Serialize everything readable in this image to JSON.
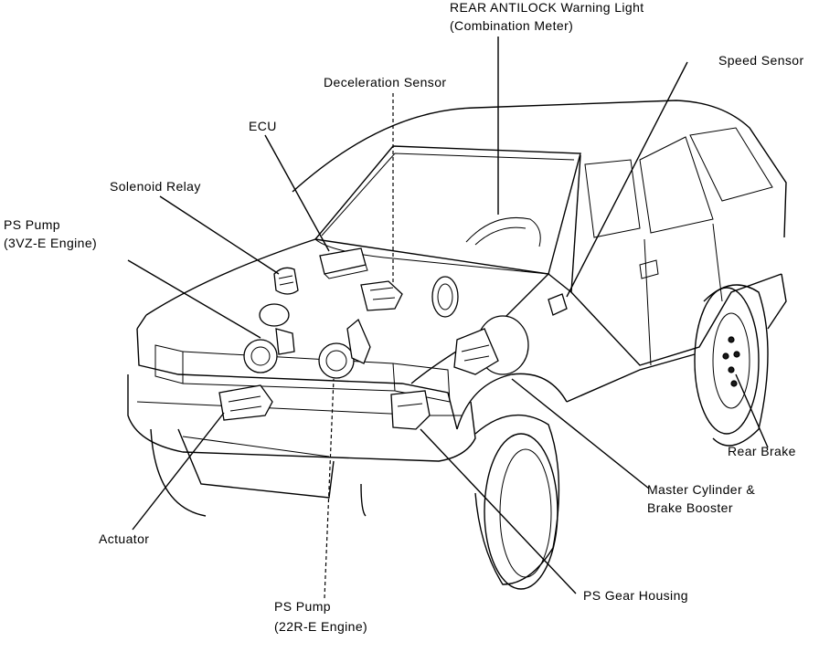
{
  "labels": {
    "warning_light_1": "REAR ANTILOCK Warning Light",
    "warning_light_2": "(Combination Meter)",
    "speed_sensor": "Speed Sensor",
    "decel_sensor": "Deceleration Sensor",
    "ecu": "ECU",
    "solenoid_relay": "Solenoid Relay",
    "ps_pump_3vz_1": "PS Pump",
    "ps_pump_3vz_2": "(3VZ-E Engine)",
    "rear_brake": "Rear Brake",
    "master_cyl_1": "Master Cylinder &",
    "master_cyl_2": "Brake Booster",
    "actuator": "Actuator",
    "ps_gear_housing": "PS Gear Housing",
    "ps_pump_22r_1": "PS Pump",
    "ps_pump_22r_2": "(22R-E Engine)"
  }
}
